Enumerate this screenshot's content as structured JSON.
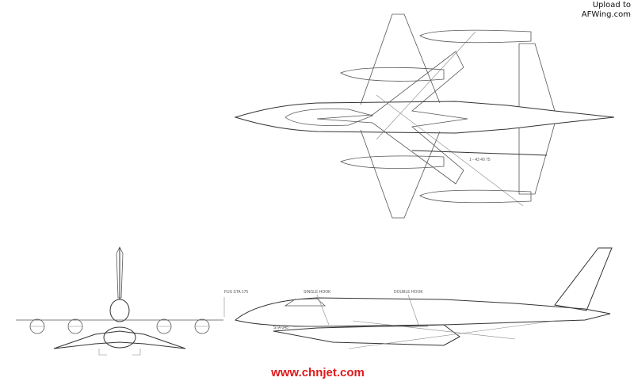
{
  "watermark_top": {
    "line1": "Upload to",
    "line2": "AFWing.com"
  },
  "watermark_bottom": "www.chnjet.com",
  "labels": {
    "fus_sta": "FUS STA 175",
    "single_hook": "SINGLE HOOK",
    "double_hook": "DOUBLE HOOK",
    "sta": "STA 045",
    "planform_note": "1 - 43 40 75"
  }
}
